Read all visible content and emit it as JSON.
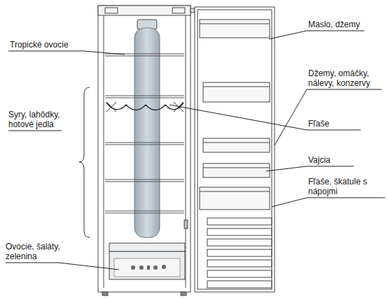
{
  "diagram": {
    "labels": [
      "Tropické ovocie",
      "Syry, lahôdky, hotové jedlá",
      "Ovocie, šaláty, zelenina",
      "Maslo, džemy",
      "Džemy, omáčky, nálevy, konzervy",
      "Fľaše",
      "Vajcia",
      "Fľaše, škatule s nápojmi"
    ]
  }
}
